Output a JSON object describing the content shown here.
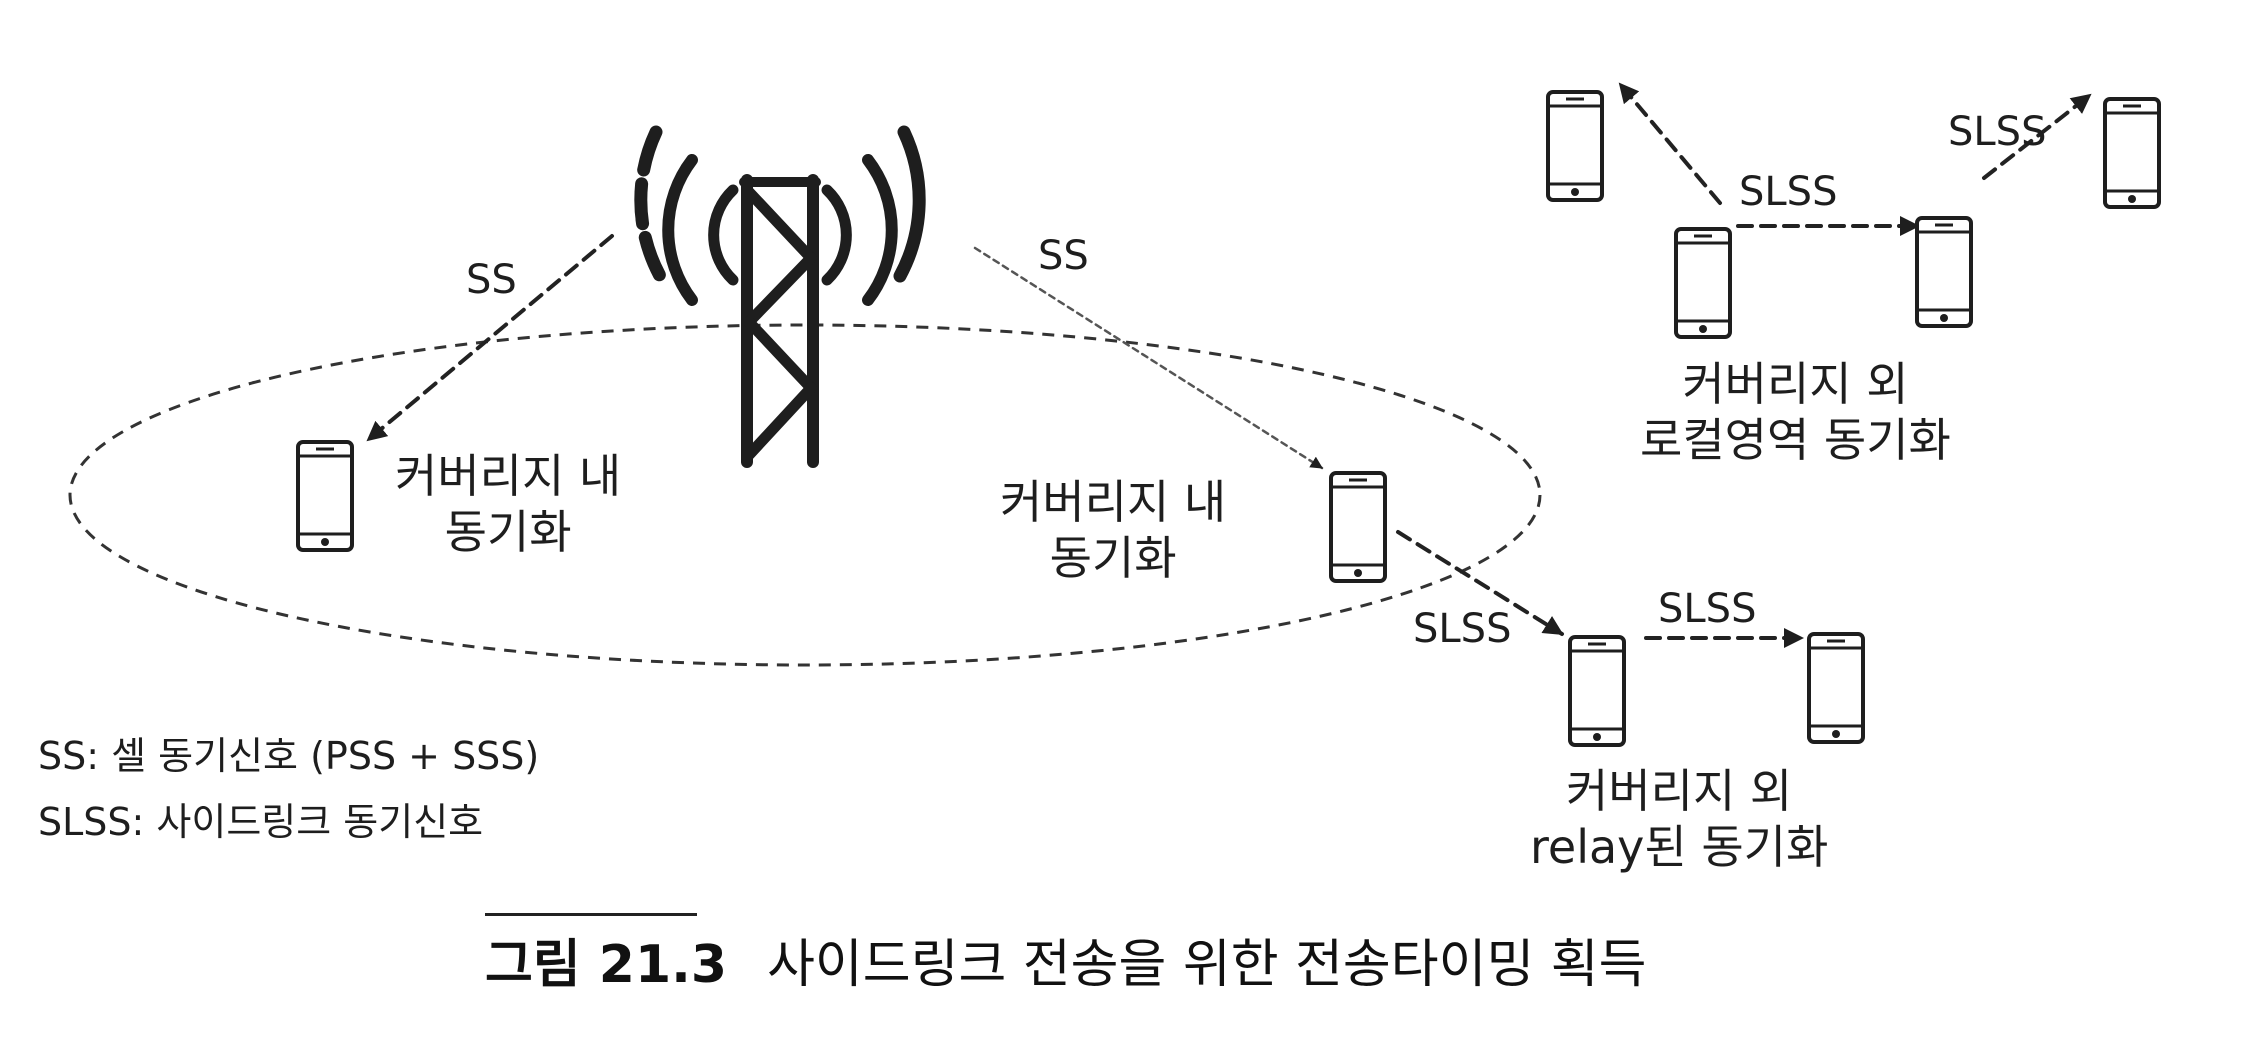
{
  "signals": {
    "ss": "SS",
    "slss": "SLSS"
  },
  "labels": {
    "in_cov_left": [
      "커버리지 내",
      "동기화"
    ],
    "in_cov_mid": [
      "커버리지 내",
      "동기화"
    ],
    "out_local": [
      "커버리지 외",
      "로컬영역 동기화"
    ],
    "out_relay": [
      "커버리지 외",
      "relay된 동기화"
    ]
  },
  "legend": [
    "SS: 셀 동기신호 (PSS + SSS)",
    "SLSS: 사이드링크 동기신호"
  ],
  "caption": {
    "number": "그림 21.3",
    "text": "사이드링크 전송을 위한 전송타이밍 획득"
  },
  "colors": {
    "ink": "#1e1e1e",
    "background": "#ffffff"
  },
  "icons": [
    "cell-tower-icon",
    "smartphone-icon",
    "arrow-icon"
  ]
}
